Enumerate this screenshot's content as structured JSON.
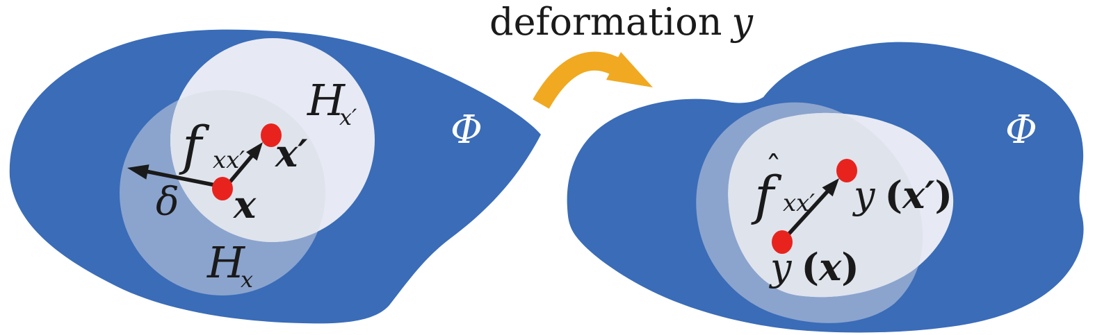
{
  "title": {
    "word": "deformation",
    "symbol": "y"
  },
  "colors": {
    "domain_blue": "#3A6CB8",
    "neighborhood_blue": "#8BA4CE",
    "neighborhood_light": "#E7EAF4",
    "overlap_gray": "#DFE3EC",
    "point_red": "#E8231E",
    "deformation_arrow_orange": "#F0A921",
    "label_dark": "#1A1A1A",
    "label_light": "#FFFFFF"
  },
  "left_figure": {
    "domain_label": "Φ",
    "h_x": {
      "main": "H",
      "sub": "x"
    },
    "h_xprime": {
      "main": "H",
      "sub": "x′"
    },
    "bond_map": {
      "main": "f",
      "sub": "xx′"
    },
    "point_x_label": "x",
    "point_xprime_label": "x′",
    "horizon_radius_label": "δ"
  },
  "right_figure": {
    "domain_label": "Φ",
    "bond_map_hat": {
      "main": "f",
      "hat": "ˆ",
      "sub": "xx′"
    },
    "y_x": {
      "func": "y",
      "open": "(",
      "arg": "x",
      "close": ")"
    },
    "y_xprime": {
      "func": "y",
      "open": "(",
      "arg": "x′",
      "close": ")"
    }
  }
}
